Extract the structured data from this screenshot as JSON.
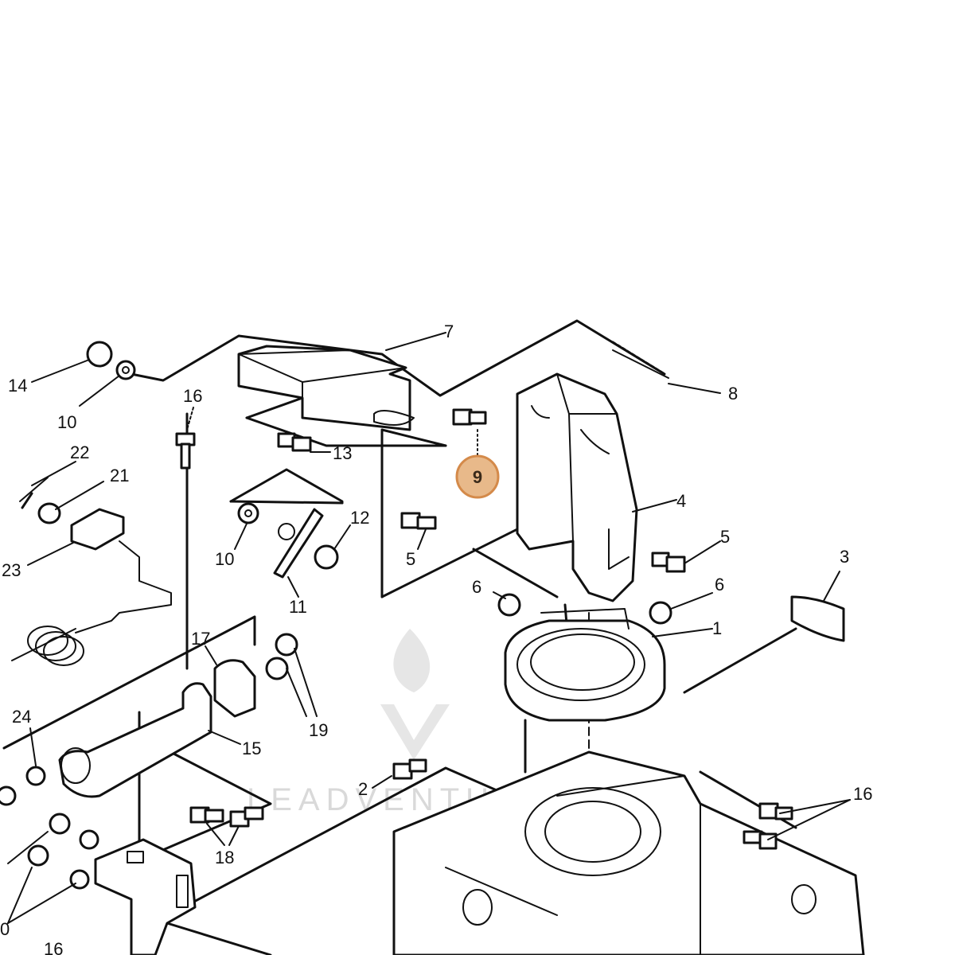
{
  "diagram": {
    "callouts": [
      "1",
      "2",
      "3",
      "4",
      "5",
      "5",
      "6",
      "6",
      "7",
      "8",
      "10",
      "10",
      "11",
      "12",
      "13",
      "14",
      "15",
      "16",
      "16",
      "17",
      "18",
      "19",
      "21",
      "22",
      "23",
      "24",
      "0",
      "16"
    ],
    "highlight": {
      "label": "9",
      "fill": "#e8b98a",
      "stroke": "#d48a4a"
    },
    "watermark": {
      "text": "LEADVENTURE",
      "color": "#d9d9d9"
    }
  }
}
